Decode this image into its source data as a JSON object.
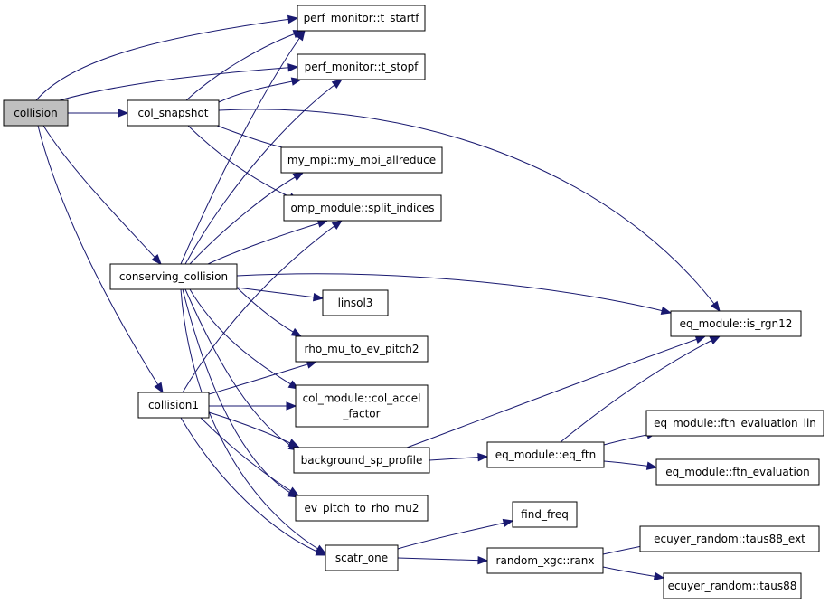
{
  "nodes": [
    {
      "id": "collision",
      "lines": [
        "collision"
      ],
      "root": true
    },
    {
      "id": "t_startf",
      "lines": [
        "perf_monitor::t_startf"
      ]
    },
    {
      "id": "t_stopf",
      "lines": [
        "perf_monitor::t_stopf"
      ]
    },
    {
      "id": "col_snapshot",
      "lines": [
        "col_snapshot"
      ]
    },
    {
      "id": "my_mpi_allreduce",
      "lines": [
        "my_mpi::my_mpi_allreduce"
      ]
    },
    {
      "id": "split_indices",
      "lines": [
        "omp_module::split_indices"
      ]
    },
    {
      "id": "conserving_collision",
      "lines": [
        "conserving_collision"
      ]
    },
    {
      "id": "linsol3",
      "lines": [
        "linsol3"
      ]
    },
    {
      "id": "is_rgn12",
      "lines": [
        "eq_module::is_rgn12"
      ]
    },
    {
      "id": "rho_mu_to_ev_pitch2",
      "lines": [
        "rho_mu_to_ev_pitch2"
      ]
    },
    {
      "id": "collision1",
      "lines": [
        "collision1"
      ]
    },
    {
      "id": "col_accel_factor",
      "lines": [
        "col_module::col_accel",
        "_factor"
      ]
    },
    {
      "id": "ftn_evaluation_lin",
      "lines": [
        "eq_module::ftn_evaluation_lin"
      ]
    },
    {
      "id": "background_sp_profile",
      "lines": [
        "background_sp_profile"
      ]
    },
    {
      "id": "eq_ftn",
      "lines": [
        "eq_module::eq_ftn"
      ]
    },
    {
      "id": "ftn_evaluation",
      "lines": [
        "eq_module::ftn_evaluation"
      ]
    },
    {
      "id": "ev_pitch_to_rho_mu2",
      "lines": [
        "ev_pitch_to_rho_mu2"
      ]
    },
    {
      "id": "find_freq",
      "lines": [
        "find_freq"
      ]
    },
    {
      "id": "taus88_ext",
      "lines": [
        "ecuyer_random::taus88_ext"
      ]
    },
    {
      "id": "scatr_one",
      "lines": [
        "scatr_one"
      ]
    },
    {
      "id": "ranx",
      "lines": [
        "random_xgc::ranx"
      ]
    },
    {
      "id": "taus88",
      "lines": [
        "ecuyer_random::taus88"
      ]
    }
  ],
  "colors": {
    "edge": "#191970",
    "root_fill": "#bfbfbf",
    "node_fill": "#ffffff"
  }
}
